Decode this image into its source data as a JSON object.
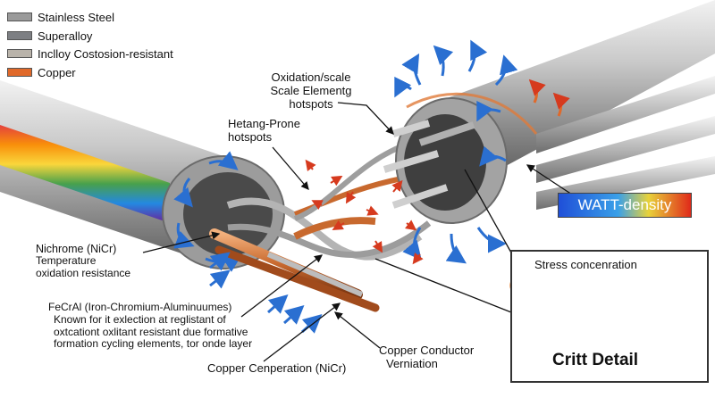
{
  "legend": [
    {
      "label": "Stainless Steel",
      "color": "#9a9a9a"
    },
    {
      "label": "Superalloy",
      "color": "#7d7f83"
    },
    {
      "label": "Inclloy Costosion-resistant",
      "color": "#b9b3aa"
    },
    {
      "label": "Copper",
      "color": "#e0692a"
    }
  ],
  "labels": {
    "oxidation_line1": "Oxidation/scale",
    "oxidation_line2": "Scale Elementg",
    "oxidation_line3": "hotspots",
    "hetang_line1": "Hetang-Prone",
    "hetang_line2": "hotspots",
    "nichrome_title": "Nichrome (NiCr)",
    "nichrome_line1": "Temperature",
    "nichrome_line2": "oxidation resistance",
    "fecral_title": "FeCrAl (Iron-Chromium-Aluminuumes)",
    "fecral_line1": "Known for it exlection at reglistant of",
    "fecral_line2": "oxtcationt oxlitant resistant due formative",
    "fecral_line3": "formation cycling  elements, tor onde layer",
    "copper_cenperation": "Copper Cenperation (NiCr)",
    "copper_conductor_line1": "Copper Conductor",
    "copper_conductor_line2": "Verniation",
    "watt_density": "WATT-density",
    "stress_concentration": "Stress concenration",
    "crit_detail": "Critt Detail"
  },
  "colors": {
    "accent_blue": "#2a6fd1",
    "copper": "#c8692e",
    "heat_red": "#d63a1e",
    "steel_light": "#d8d8d8",
    "steel_dark": "#7b7b7b"
  }
}
